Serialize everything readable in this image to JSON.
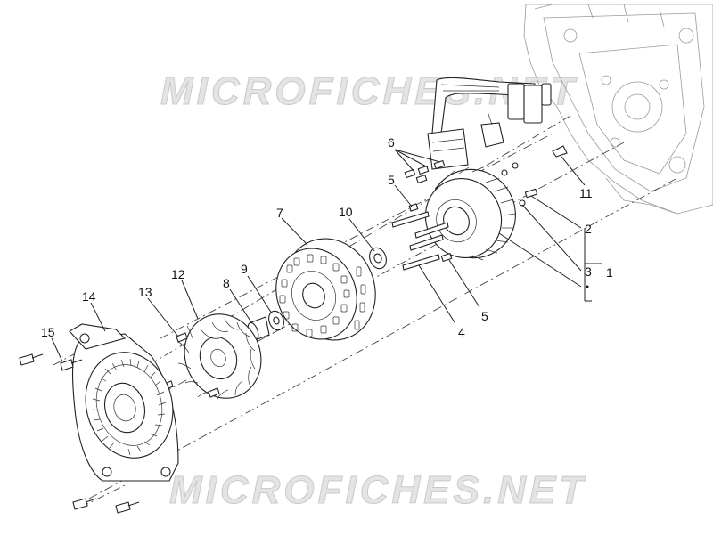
{
  "watermarks": [
    "MICROFICHES.NET",
    "MICROFICHES.NET"
  ],
  "callouts": [
    {
      "id": "1",
      "label": "1"
    },
    {
      "id": "2",
      "label": "2"
    },
    {
      "id": "3",
      "label": "3"
    },
    {
      "id": "4",
      "label": "4"
    },
    {
      "id": "5a",
      "label": "5"
    },
    {
      "id": "5b",
      "label": "5"
    },
    {
      "id": "6",
      "label": "6"
    },
    {
      "id": "7",
      "label": "7"
    },
    {
      "id": "8",
      "label": "8"
    },
    {
      "id": "9",
      "label": "9"
    },
    {
      "id": "10",
      "label": "10"
    },
    {
      "id": "11",
      "label": "11"
    },
    {
      "id": "12",
      "label": "12"
    },
    {
      "id": "13",
      "label": "13"
    },
    {
      "id": "14",
      "label": "14"
    },
    {
      "id": "15",
      "label": "15"
    }
  ]
}
